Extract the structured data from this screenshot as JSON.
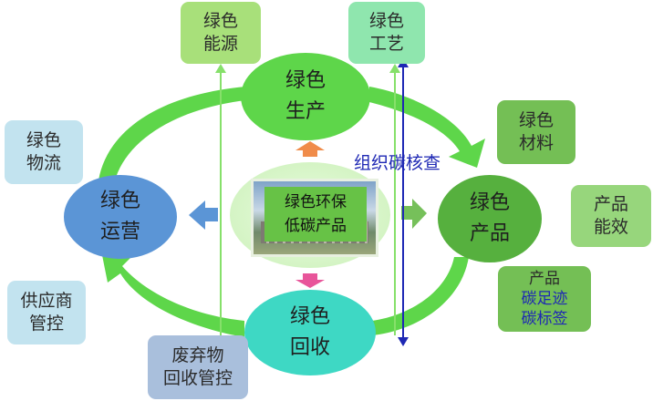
{
  "center": {
    "line1": "绿色环保",
    "line2": "低碳产品"
  },
  "ovals": {
    "production": {
      "line1": "绿色",
      "line2": "生产"
    },
    "product": {
      "line1": "绿色",
      "line2": "产品"
    },
    "recycling": {
      "line1": "绿色",
      "line2": "回收"
    },
    "operation": {
      "line1": "绿色",
      "line2": "运营"
    }
  },
  "boxes": {
    "energy": {
      "line1": "绿色",
      "line2": "能源"
    },
    "process": {
      "line1": "绿色",
      "line2": "工艺"
    },
    "materials": {
      "line1": "绿色",
      "line2": "材料"
    },
    "efficiency": {
      "line1": "产品",
      "line2": "能效"
    },
    "footprint": {
      "line1": "产品",
      "line2": "碳足迹",
      "line3": "碳标签"
    },
    "logistics": {
      "line1": "绿色",
      "line2": "物流"
    },
    "supplier": {
      "line1": "供应商",
      "line2": "管控"
    },
    "waste": {
      "line1": "废弃物",
      "line2": "回收管控"
    }
  },
  "core_label": "组织碳核查",
  "colors": {
    "box_light_green": "#a8e07a",
    "box_mint": "#8fe6ae",
    "box_dark_green": "#74bf55",
    "box_mid_green": "#97d67c",
    "box_light_blue": "#c2e3ef",
    "box_blue_grey": "#a9bfdc",
    "oval_green": "#5ed64a",
    "oval_dark_green": "#56b03e",
    "oval_teal": "#3ed8c4",
    "oval_blue": "#5b95d6",
    "cycle_arrow": "#5ed64a",
    "blue_line": "#1e28b4",
    "green_line": "#86e06a"
  }
}
